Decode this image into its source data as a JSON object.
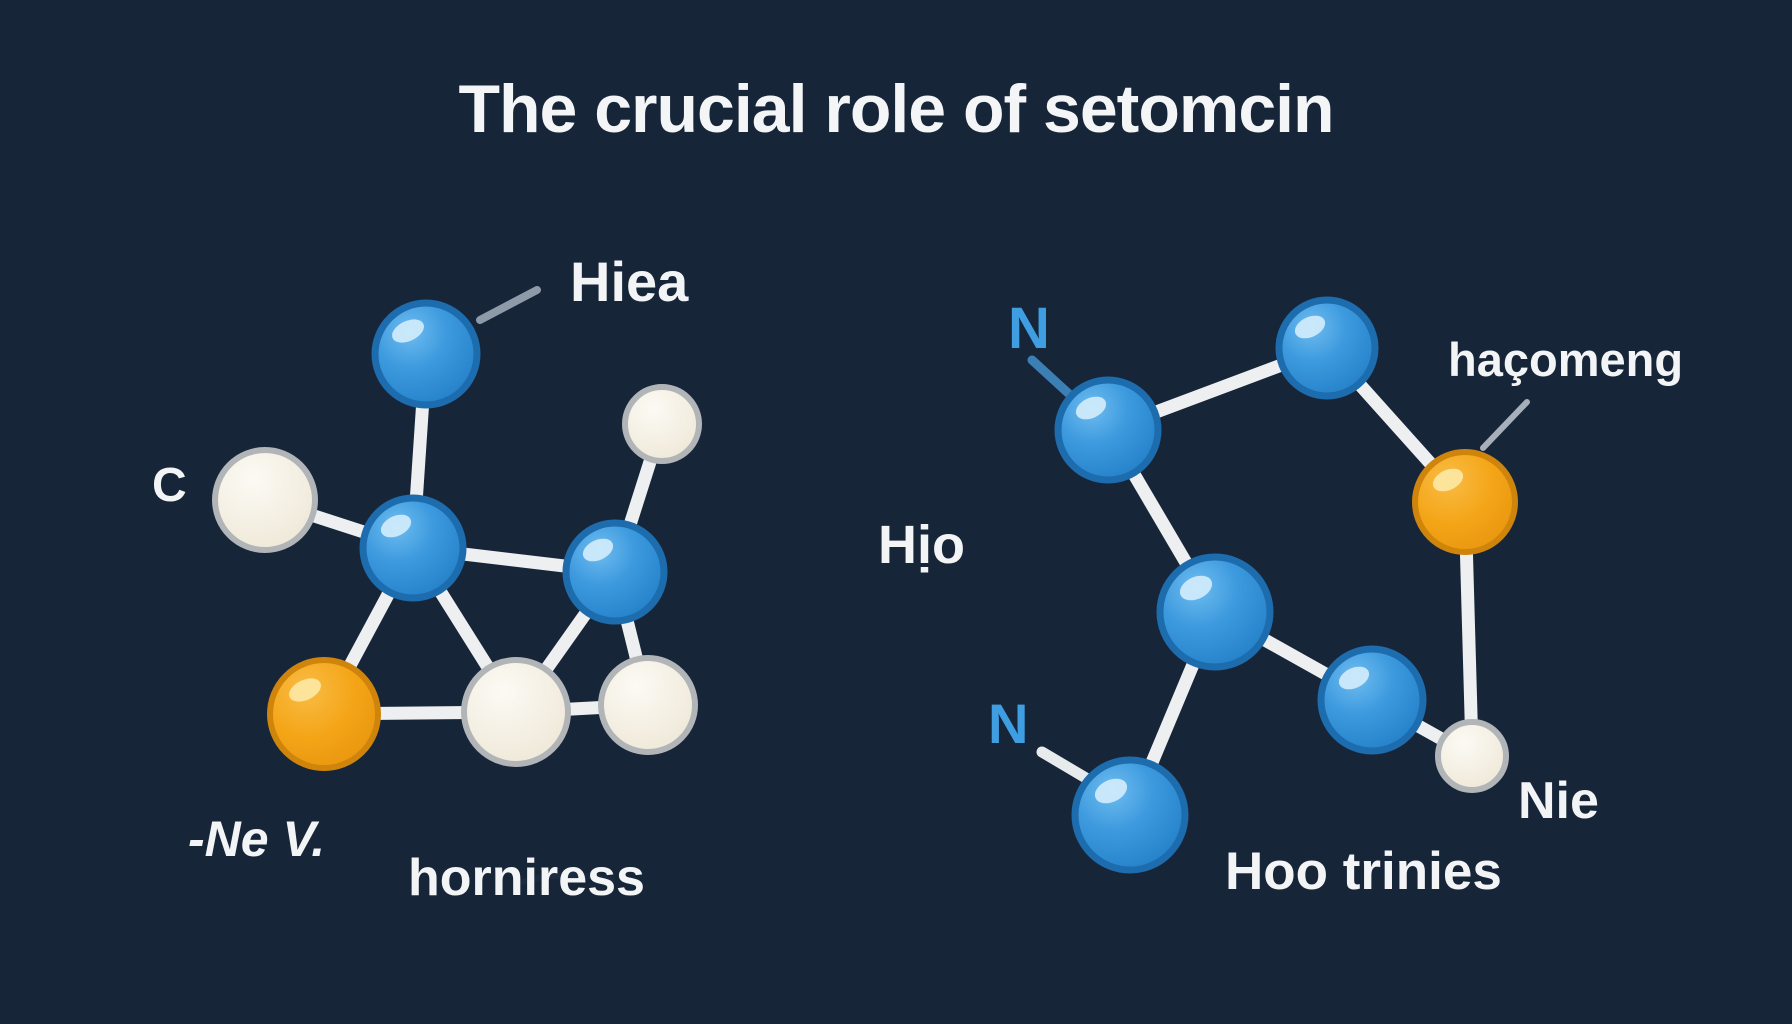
{
  "title": "The crucial role of setomcin",
  "palette": {
    "background": "#172539",
    "title_text": "#f3f5f7",
    "label_white": "#f2f4f5",
    "label_blue": "#3f9ee2",
    "sphere_blue": "#3d9ade",
    "sphere_blue_rim": "#1c6cae",
    "sphere_orange": "#f4a517",
    "sphere_orange_rim": "#cf850c",
    "sphere_white": "#f6f1e5",
    "sphere_white_rim": "#b2b5b8",
    "bond": "#edeff0",
    "pointer_line": "#8e9aa8"
  },
  "left_molecule": {
    "labels": {
      "hiea": "Hiea",
      "c": "C",
      "ne_v": "-Ne V.",
      "horniress": "horniress"
    }
  },
  "right_molecule": {
    "labels": {
      "n_top": "N",
      "hio": "Hịo",
      "hacomeng": "haçomeng",
      "n_bottom": "N",
      "nie": "Nie",
      "hoo_trinies": "Hoo trinies"
    }
  }
}
